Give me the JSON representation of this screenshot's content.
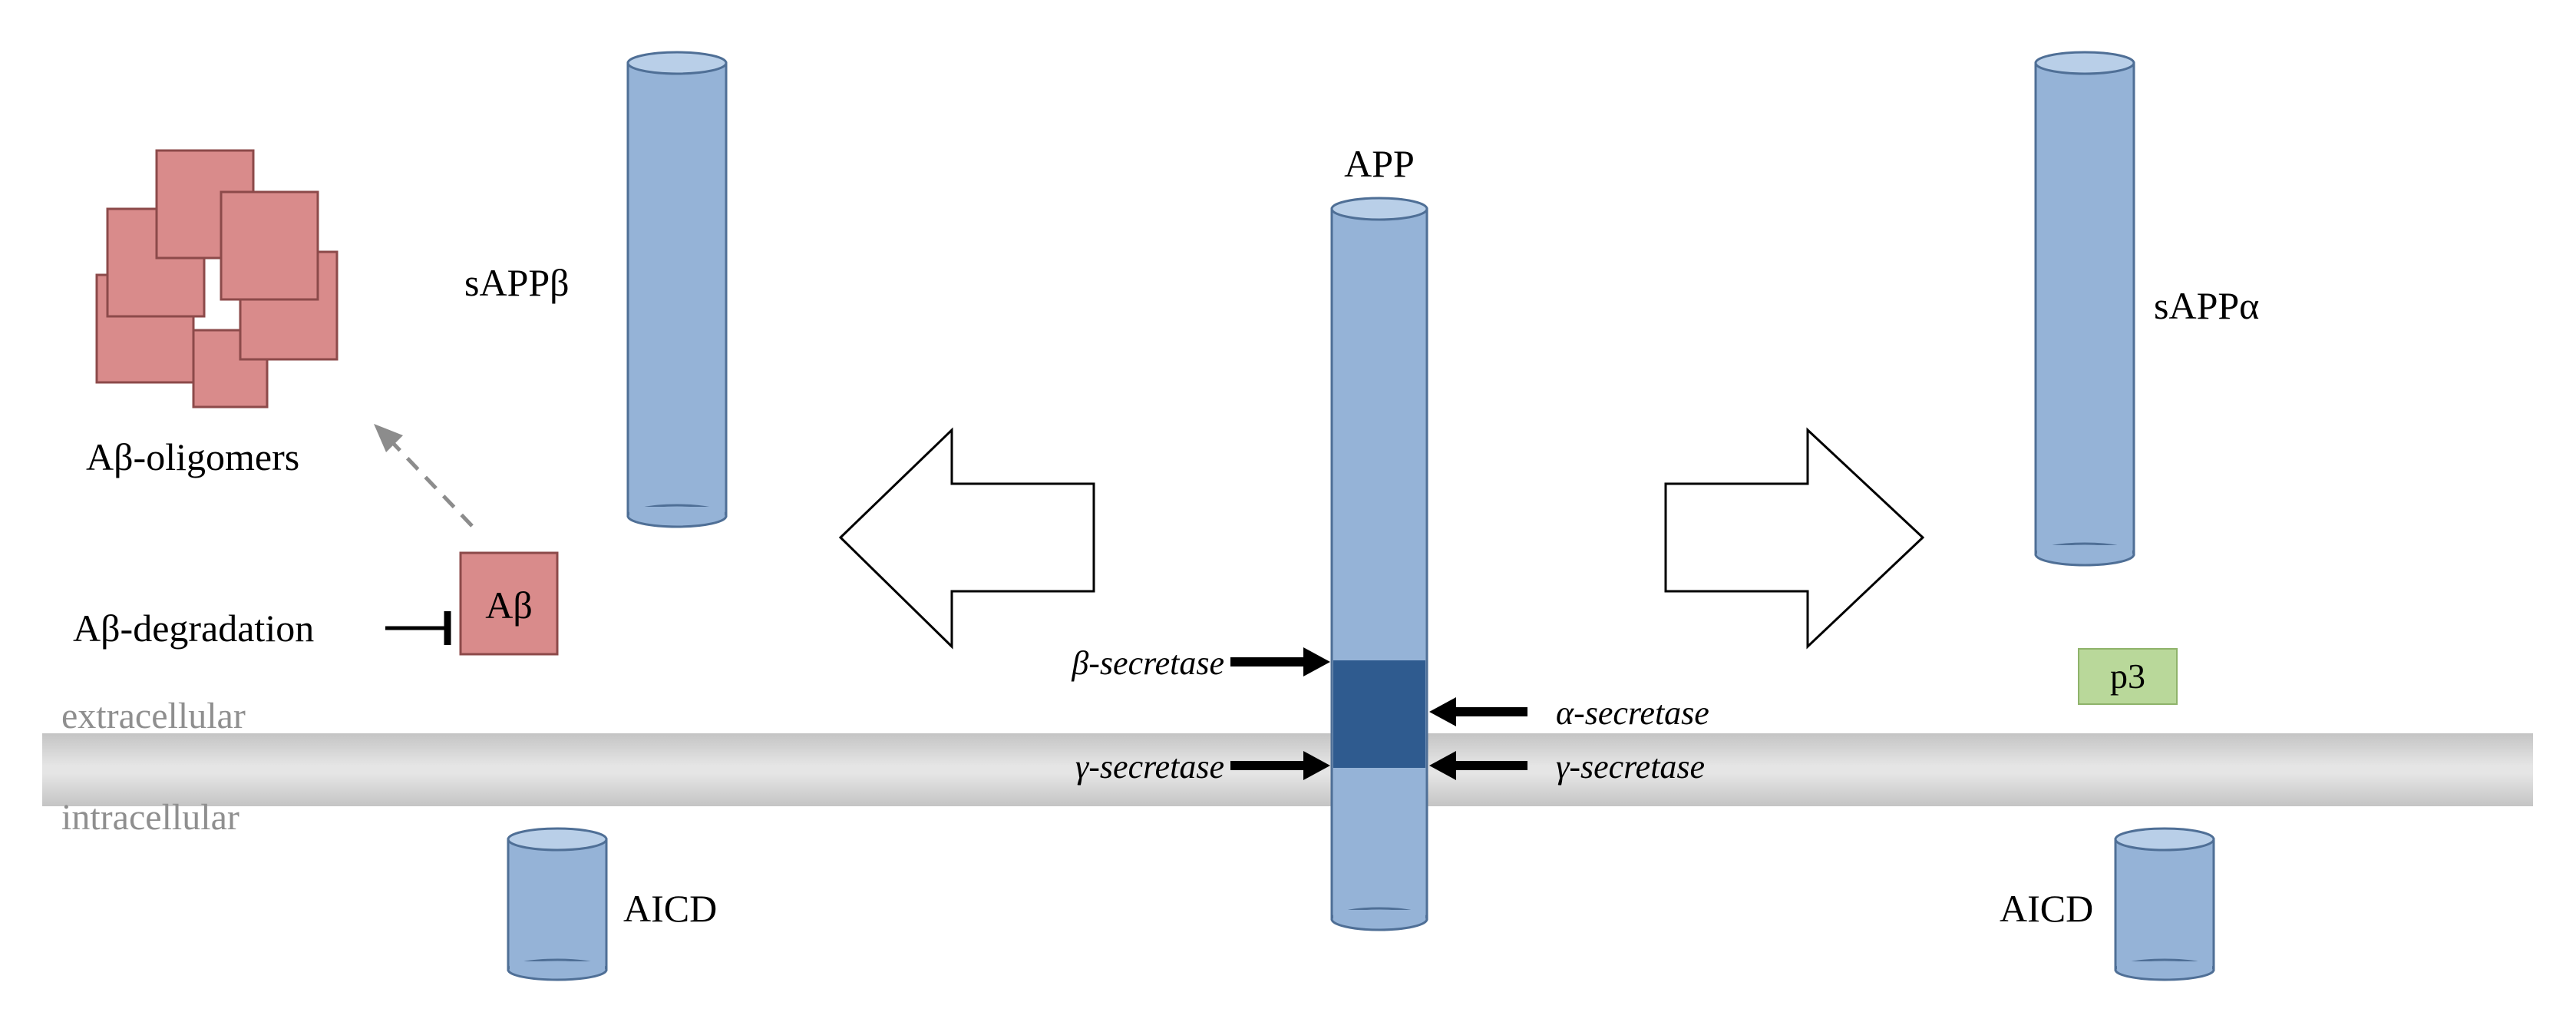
{
  "labels": {
    "app": "APP",
    "sapp_beta": "sAPPβ",
    "sapp_alpha": "sAPPα",
    "abeta_oligomers": "Aβ-oligomers",
    "abeta_degradation": "Aβ-degradation",
    "abeta": "Aβ",
    "p3": "p3",
    "aicd_left": "AICD",
    "aicd_right": "AICD",
    "extracellular": "extracellular",
    "intracellular": "intracellular"
  },
  "enzymes": {
    "beta_secretase": "β-secretase",
    "alpha_secretase": "α-secretase",
    "gamma_secretase_left": "γ-secretase",
    "gamma_secretase_right": "γ-secretase"
  },
  "colors": {
    "cylinder_fill": "#95b3d7",
    "cylinder_top": "#b9cfe8",
    "cylinder_stroke": "#4f6f96",
    "cleavage_segment": "#2f5b8f",
    "abeta_fill": "#d98b8b",
    "abeta_stroke": "#8c4a4a",
    "p3_fill": "#b9d89a",
    "membrane_gray": "#bdbdbd",
    "membrane_label_gray": "#8f8f8f",
    "arrow_black": "#000000",
    "dashed_arrow_gray": "#8c8c8c"
  },
  "icons": {
    "left_block_arrow": "block-arrow-left-icon",
    "right_block_arrow": "block-arrow-right-icon",
    "inhibition": "inhibition-bar-icon",
    "dashed_arrow": "dashed-arrow-icon"
  }
}
